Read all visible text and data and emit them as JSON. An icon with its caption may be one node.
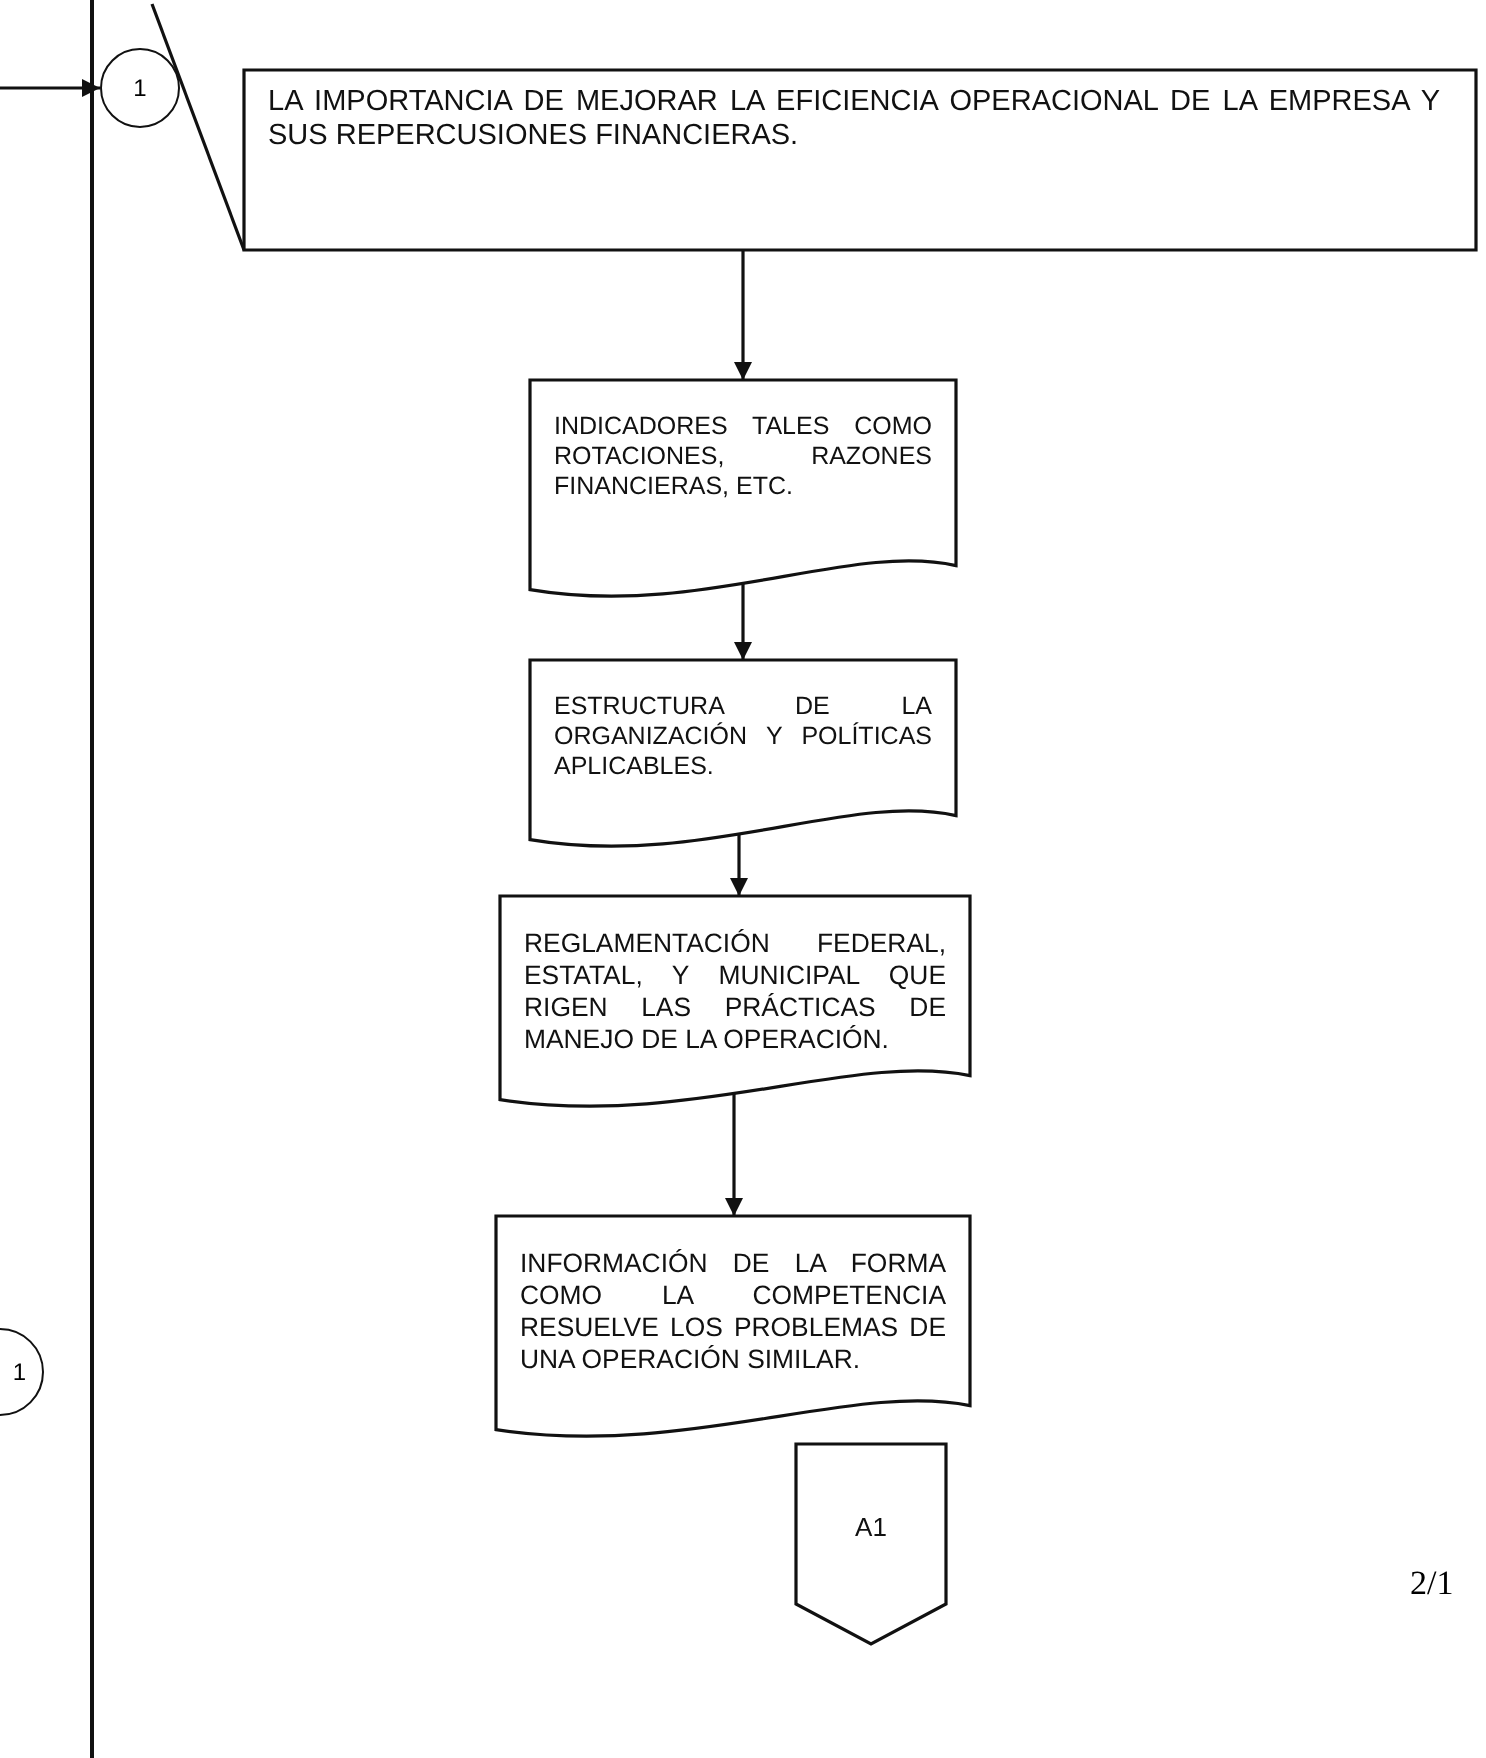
{
  "diagram": {
    "nodes": [
      {
        "text": [
          "1"
        ]
      },
      {
        "text": [
          "LA IMPORTANCIA DE MEJORAR LA EFICIENCIA OPERACIONAL DE LA EMPRESA Y SUS REPERCUSIONES FINANCIERAS."
        ]
      },
      {
        "text": [
          "INDICADORES TALES COMO ROTACIONES, RAZONES FINANCIERAS, ETC."
        ]
      },
      {
        "text": [
          "ESTRUCTURA DE LA ORGANIZACIÓN Y POLÍTICAS APLICABLES."
        ]
      },
      {
        "text": [
          "REGLAMENTACIÓN FEDERAL, ESTATAL, Y MUNICIPAL QUE RIGEN LAS PRÁCTICAS DE MANEJO DE LA OPERACIÓN."
        ]
      },
      {
        "text": [
          "INFORMACIÓN DE LA FORMA COMO LA COMPETENCIA RESUELVE LOS PROBLEMAS DE UNA OPERACIÓN SIMILAR."
        ]
      },
      {
        "text": [
          "1"
        ]
      },
      {
        "text": [
          "A1"
        ]
      }
    ],
    "edges": [
      {
        "from": null,
        "to": 0,
        "arrow": "to"
      },
      {
        "from": 1,
        "to": 2,
        "arrow": "to"
      },
      {
        "from": 2,
        "to": 3,
        "arrow": "to"
      },
      {
        "from": 3,
        "to": 4,
        "arrow": "to"
      },
      {
        "from": 4,
        "to": 5,
        "arrow": "to"
      }
    ],
    "labels": [
      "2/1"
    ]
  }
}
